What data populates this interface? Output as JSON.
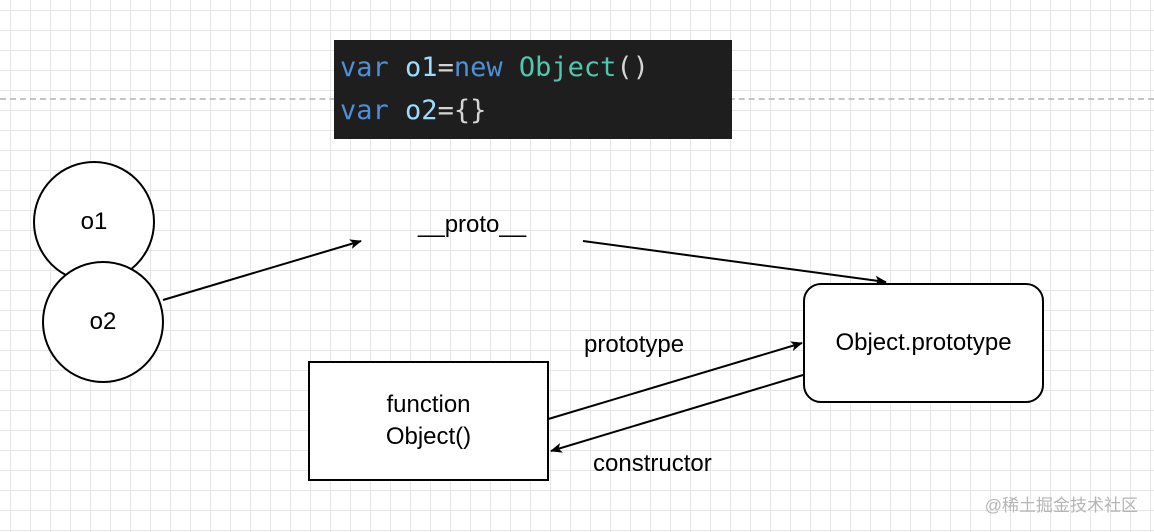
{
  "code": {
    "line1": {
      "kw": "var",
      "ident": "o1",
      "op": "=",
      "kw2": "new",
      "cls": "Object",
      "paren": "()"
    },
    "line2": {
      "kw": "var",
      "ident": "o2",
      "op": "={}"
    }
  },
  "nodes": {
    "o1": "o1",
    "o2": "o2",
    "function_line1": "function",
    "function_line2": "Object()",
    "object_prototype": "Object.prototype"
  },
  "edges": {
    "proto": "__proto__",
    "prototype": "prototype",
    "constructor": "constructor"
  },
  "watermark": "@稀土掘金技术社区"
}
